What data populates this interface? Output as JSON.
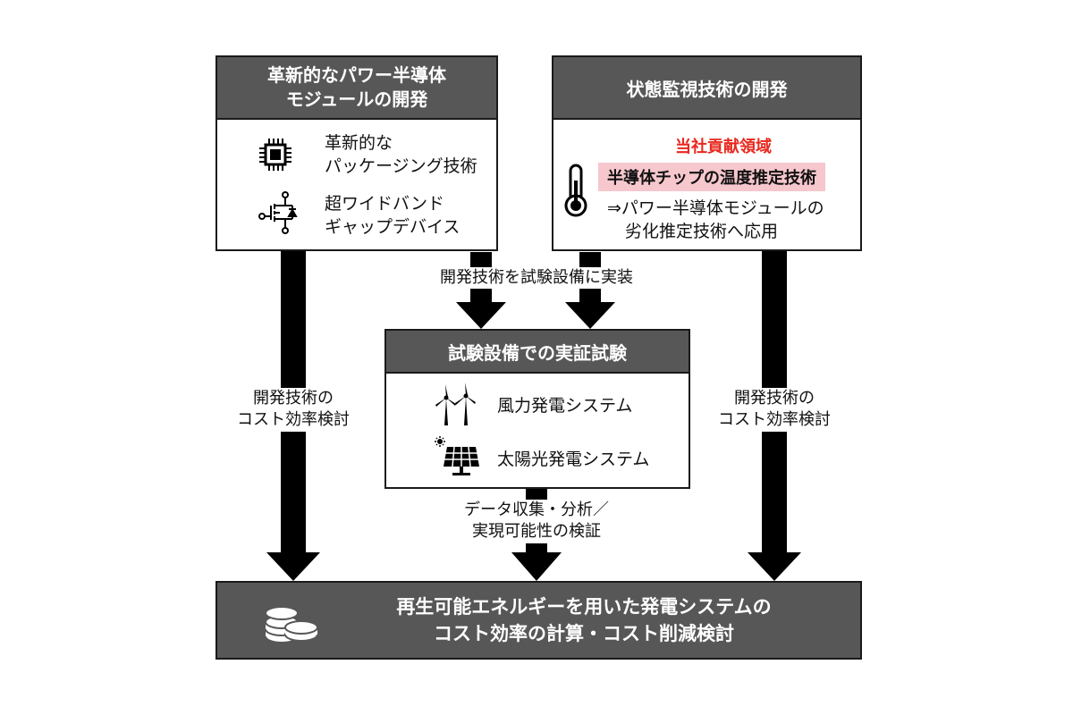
{
  "box_power_module": {
    "title_line1": "革新的なパワー半導体",
    "title_line2": "モジュールの開発",
    "item1_line1": "革新的な",
    "item1_line2": "パッケージング技術",
    "item1_icon": "chip-icon",
    "item2_line1": "超ワイドバンド",
    "item2_line2": "ギャップデバイス",
    "item2_icon": "transistor-icon"
  },
  "box_monitoring": {
    "title": "状態監視技術の開発",
    "contribution_label": "当社貢献領域",
    "contribution_color": "#e8281e",
    "highlight_text": "半導体チップの温度推定技術",
    "highlight_bg": "#f6c7cd",
    "application_line1": "⇒パワー半導体モジュールの",
    "application_line2": "劣化推定技術へ応用",
    "icon": "thermometer-icon"
  },
  "implement_label": "開発技術を試験設備に実装",
  "box_test": {
    "title": "試験設備での実証試験",
    "item1": "風力発電システム",
    "item1_icon": "wind-turbine-icon",
    "item2": "太陽光発電システム",
    "item2_icon": "solar-panel-icon"
  },
  "left_label_line1": "開発技術の",
  "left_label_line2": "コスト効率検討",
  "right_label_line1": "開発技術の",
  "right_label_line2": "コスト効率検討",
  "data_label_line1": "データ収集・分析／",
  "data_label_line2": "実現可能性の検証",
  "box_bottom": {
    "line1": "再生可能エネルギーを用いた発電システムの",
    "line2": "コスト効率の計算・コスト削減検討",
    "icon": "coins-icon"
  },
  "colors": {
    "header_bg": "#575757",
    "arrow": "#000000"
  }
}
